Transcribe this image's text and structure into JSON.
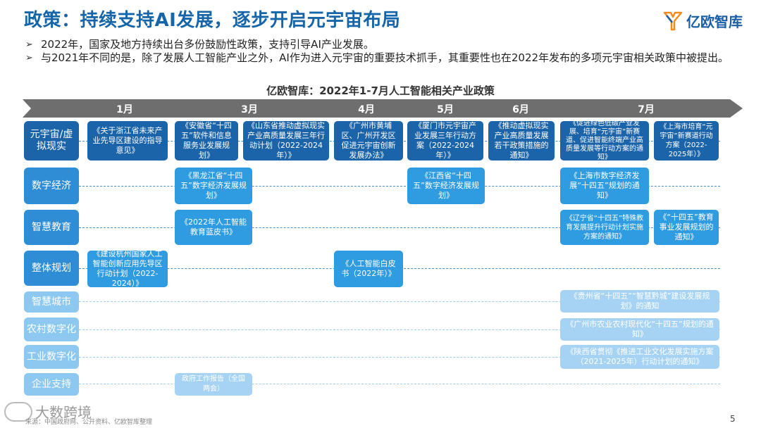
{
  "header": {
    "title": "政策：持续支持AI发展，逐步开启元宇宙布局",
    "logo_text": "亿欧智库"
  },
  "bullets": [
    "2022年，国家及地方持续出台多份鼓励性政策，支持引导AI产业发展。",
    "与2021年不同的是，除了发展人工智能产业之外，AI作为进入元宇宙的重要技术抓手，其重要性也在2022年发布的多项元宇宙相关政策中被提出。"
  ],
  "bullet_arrow": "➢",
  "chart": {
    "title": "亿欧智库：2022年1-7月人工智能相关产业政策",
    "months": [
      "1月",
      "3月",
      "4月",
      "5月",
      "6月",
      "7月"
    ]
  },
  "categories": [
    {
      "label": "元宇宙/虚拟现实"
    },
    {
      "label": "数字经济"
    },
    {
      "label": "智慧教育"
    },
    {
      "label": "整体规划"
    },
    {
      "label": "智慧城市"
    },
    {
      "label": "农村数字化"
    },
    {
      "label": "工业数字化"
    },
    {
      "label": "企业支持"
    }
  ],
  "policies": {
    "meta_1": "《关于浙江省未来产业先导区建设的指导意见》",
    "meta_2": "《安徽省“十四五”软件和信息服务业发展规划》",
    "meta_3": "《山东省推动虚拟现实产业高质量发展三年行动计划（2022-2024年）》",
    "meta_4": "《广州市黄埔区、广州开发区促进元宇宙创新发展办法》",
    "meta_5": "《厦门市元宇宙产业发展三年行动方案（2022-2024年）》",
    "meta_6": "《推动虚拟现实产业高质量发展若干政策措施的通知》",
    "meta_7": "《促进绿色低碳产业发展、培育“元宇宙”新赛道、促进智能终端产业高质量发展等行动方案的通知》",
    "meta_8": "《上海市培育“元宇宙”新赛道行动方案（2022-2025年）》",
    "digital_1": "《黑龙江省“十四五”数字经济发展规划》",
    "digital_2": "《江西省“十四五”数字经济发展规划》",
    "digital_3": "《上海市数字经济发展“十四五”规划的通知》",
    "edu_1": "《2022年人工智能教育蓝皮书》",
    "edu_2": "《辽宁省“十四五”特殊教育发展提升行动计划实施方案的通知》",
    "edu_3": "《“十四五”教育事业发展规划的通知》",
    "plan_1": "《建设杭州国家人工智能创新应用先导区行动计划（2022-2024）》",
    "plan_2": "《人工智能白皮书（2022年）》",
    "city_1": "《贵州省“十四五”“智慧黔城”建设发展规划》的通知",
    "rural_1": "《广州市农业农村现代化“十四五”规划的通知》",
    "industry_1": "《陕西省贯彻《推进工业文化发展实施方案（2021-2025年）行动计划的通知》",
    "enterprise_1": "政府工作报告（全国两会）"
  },
  "footer": {
    "source": "来源：中国政府网、公开资料、亿欧智库整理",
    "page": "5",
    "watermark": "大数跨境"
  },
  "colors": {
    "title_blue": "#1565a8",
    "dark": "#1c64aa",
    "mid": "#2f9be0",
    "light": "#8cc8ef",
    "timeline": "#6e6e6e"
  }
}
